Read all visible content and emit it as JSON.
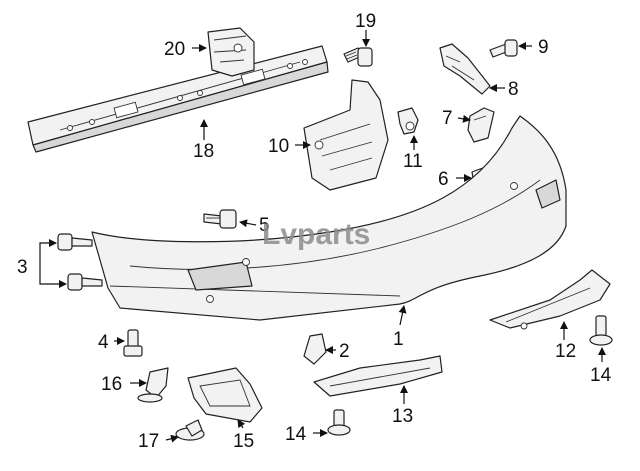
{
  "watermark": "Lvparts",
  "callouts": {
    "c1": "1",
    "c2": "2",
    "c3": "3",
    "c4": "4",
    "c5": "5",
    "c6": "6",
    "c7": "7",
    "c8": "8",
    "c9": "9",
    "c10": "10",
    "c11": "11",
    "c12": "12",
    "c13": "13",
    "c14a": "14",
    "c14b": "14",
    "c15": "15",
    "c16": "16",
    "c17": "17",
    "c18": "18",
    "c19": "19",
    "c20": "20"
  }
}
